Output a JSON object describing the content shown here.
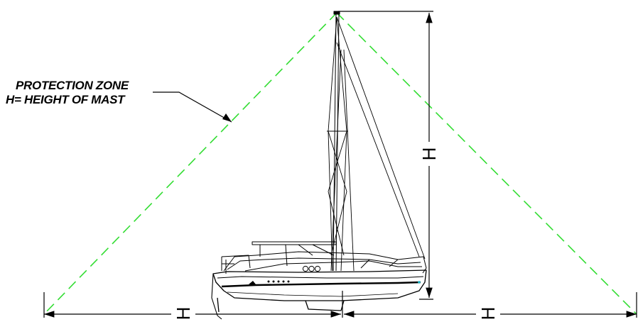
{
  "diagram": {
    "callout_line1": "PROTECTION ZONE",
    "callout_line2": "H= HEIGHT OF MAST",
    "dim_vertical": "H",
    "dim_left": "H",
    "dim_right": "H",
    "colors": {
      "zone": "#33dd33",
      "lines": "#000000",
      "accent": "#22bbcc"
    }
  }
}
